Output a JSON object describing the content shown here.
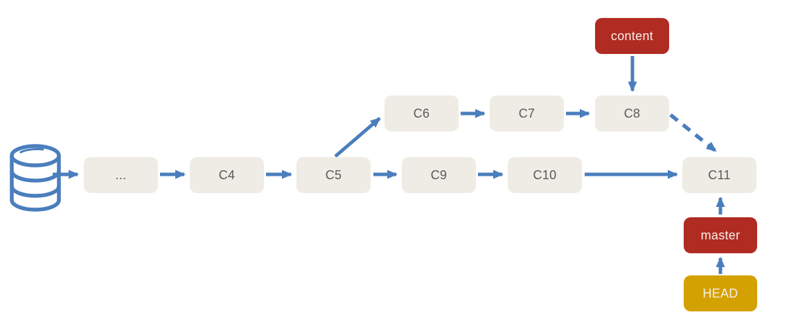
{
  "nodes": {
    "dots": {
      "label": "...",
      "kind": "commit"
    },
    "c4": {
      "label": "C4",
      "kind": "commit"
    },
    "c5": {
      "label": "C5",
      "kind": "commit"
    },
    "c6": {
      "label": "C6",
      "kind": "commit"
    },
    "c7": {
      "label": "C7",
      "kind": "commit"
    },
    "c8": {
      "label": "C8",
      "kind": "commit"
    },
    "c9": {
      "label": "C9",
      "kind": "commit"
    },
    "c10": {
      "label": "C10",
      "kind": "commit"
    },
    "c11": {
      "label": "C11",
      "kind": "commit"
    },
    "content": {
      "label": "content",
      "kind": "branch-ref"
    },
    "master": {
      "label": "master",
      "kind": "branch-ref"
    },
    "head": {
      "label": "HEAD",
      "kind": "head-ref"
    }
  },
  "edges": [
    {
      "from": "database",
      "to": "dots",
      "style": "solid"
    },
    {
      "from": "dots",
      "to": "c4",
      "style": "solid"
    },
    {
      "from": "c4",
      "to": "c5",
      "style": "solid"
    },
    {
      "from": "c5",
      "to": "c6",
      "style": "solid"
    },
    {
      "from": "c5",
      "to": "c9",
      "style": "solid"
    },
    {
      "from": "c6",
      "to": "c7",
      "style": "solid"
    },
    {
      "from": "c7",
      "to": "c8",
      "style": "solid"
    },
    {
      "from": "c9",
      "to": "c10",
      "style": "solid"
    },
    {
      "from": "c10",
      "to": "c11",
      "style": "solid"
    },
    {
      "from": "content",
      "to": "c8",
      "style": "solid"
    },
    {
      "from": "c8",
      "to": "c11",
      "style": "dashed"
    },
    {
      "from": "master",
      "to": "c11",
      "style": "solid"
    },
    {
      "from": "head",
      "to": "master",
      "style": "solid"
    }
  ],
  "icons": {
    "database": "database-cylinder-icon"
  },
  "colors": {
    "arrow_blue": "#4a7ebd",
    "commit_box_fill": "#eeece4",
    "commit_text": "#595959",
    "ref_red": "#b02b22",
    "head_gold": "#d4a102",
    "ref_text": "#f4f0e7",
    "background": "#ffffff"
  }
}
